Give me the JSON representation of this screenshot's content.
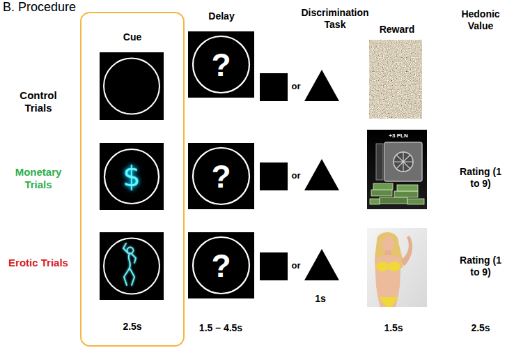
{
  "diagram": {
    "title": "B. Procedure",
    "nodes": [
      {
        "text": [
          "Cue",
          "2.5s"
        ]
      },
      {
        "text": [
          "$"
        ],
        "in": 0
      },
      {
        "text": [
          "?"
        ]
      },
      {
        "text": [
          "?"
        ]
      },
      {
        "text": [
          "?"
        ]
      }
    ],
    "labels": [
      "Control Trials",
      "Monetary Trials",
      "Erotic Trials",
      "Delay",
      "Discrimination Task",
      "Reward",
      "Hedonic Value",
      "or",
      "or",
      "or",
      "+3 PLN",
      "Rating (1 to 9)",
      "Rating (1 to 9)",
      "1.5 – 4.5s",
      "1s",
      "1.5s",
      "2.5s"
    ]
  }
}
